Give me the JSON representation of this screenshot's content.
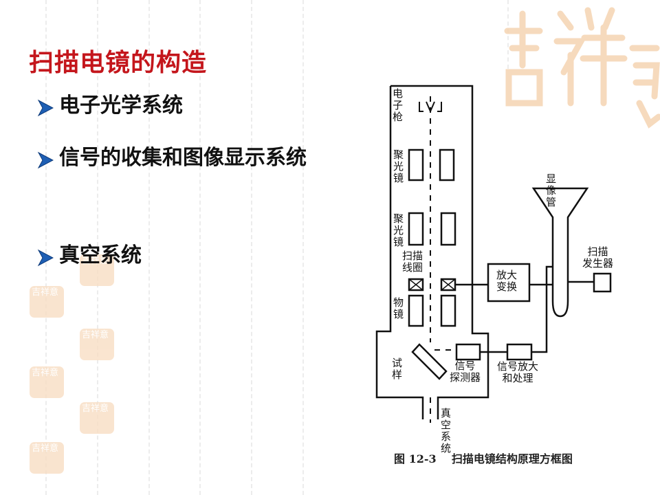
{
  "slide": {
    "title": "扫描电镜的构造",
    "bullets": [
      {
        "label": "电子光学系统"
      },
      {
        "label": "信号的收集和图像显示系统"
      },
      {
        "label": "真空系统"
      }
    ],
    "bullet_icon": "arrow-bullet-icon",
    "colors": {
      "title": "#c4161c",
      "bullet_arrow": "#1e5fb4",
      "watermark": "#f5d2ad"
    },
    "watermark_text": "吉祥意"
  },
  "diagram": {
    "labels": {
      "electron_gun": "电子枪",
      "condenser_1": "聚\n光\n镜",
      "condenser_2": "聚\n光\n镜",
      "scan_coil": "扫描\n线圈",
      "objective": "物\n镜",
      "specimen": "试样",
      "detector": "信号\n探测器",
      "amp_transform": "放大\n变换",
      "crt": "显像管",
      "scan_generator": "扫描\n发生器",
      "signal_amp": "信号放大\n和处理",
      "vacuum": "真空系统"
    },
    "caption": "图 12-3    扫描电镜结构原理方框图"
  }
}
